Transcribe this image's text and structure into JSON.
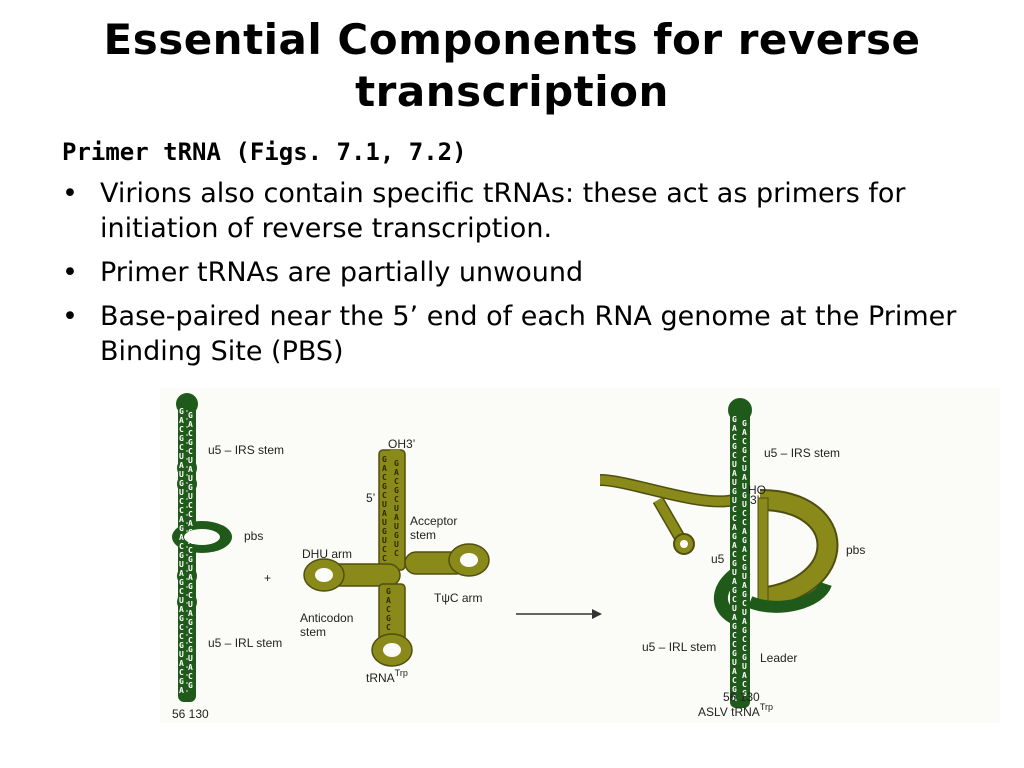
{
  "slide": {
    "title_line1": "Essential Components for reverse",
    "title_line2": "transcription",
    "subheading": "Primer tRNA (Figs. 7.1, 7.2)",
    "bullets": [
      "Virions also contain specific tRNAs:  these act as primers for initiation of reverse transcription.",
      "Primer tRNAs are partially unwound",
      "Base-paired near the 5’ end of each RNA genome at the Primer Binding Site (PBS)"
    ],
    "bullet_glyph": "•"
  },
  "figure": {
    "left_labels": {
      "irs": "u5 – IRS stem",
      "pbs": "pbs",
      "irl": "u5 – IRL stem",
      "numbers": "56 130",
      "plus": "+"
    },
    "trna_labels": {
      "oh3": "OH3’",
      "five_prime": "5’",
      "acceptor": "Acceptor",
      "stem": "stem",
      "dhu": "DHU arm",
      "tpsic": "TψC arm",
      "anticodon": "Anticodon",
      "anticodon_stem": "stem",
      "name": "tRNA",
      "name_sup": "Trp"
    },
    "right_labels": {
      "irs": "u5 – IRS stem",
      "ho": "HO",
      "three": "3’",
      "u5": "u5",
      "pbs": "pbs",
      "irl": "u5 – IRL stem",
      "leader": "Leader",
      "numbers": "56 130",
      "name": "ASLV tRNA",
      "name_sup": "Trp"
    },
    "colors": {
      "rna_green": "#1f5a1a",
      "trna_olive": "#8a8a1a",
      "olive_outline": "#4f4f10"
    }
  }
}
